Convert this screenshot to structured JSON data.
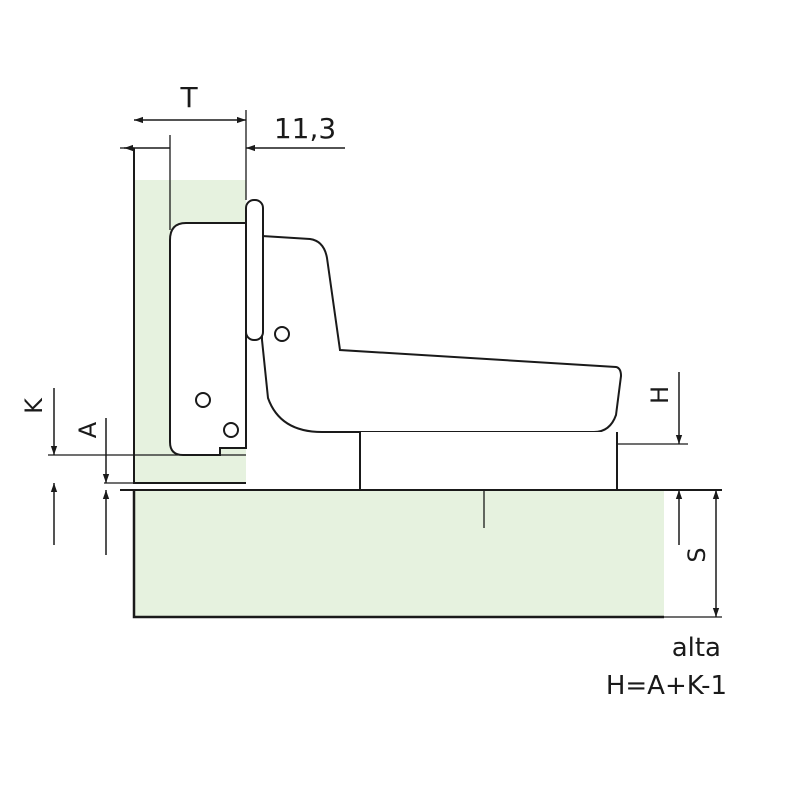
{
  "labels": {
    "t": "T",
    "dim_11_3": "11,3",
    "k": "K",
    "a": "A",
    "h": "H",
    "s": "S"
  },
  "caption": {
    "line1": "alta",
    "line2": "H=A+K-1"
  },
  "colors": {
    "panel_fill": "#e6f2df",
    "line": "#1a1a1a",
    "background": "#ffffff"
  }
}
